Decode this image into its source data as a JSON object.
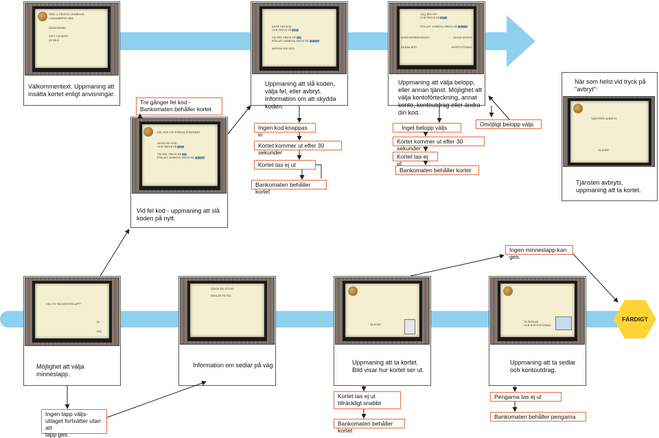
{
  "cards": {
    "welcome": "Välkommentext. Uppmaning att insätta kortet enligt anvisningar.",
    "code": "Uppmaning att slå koden, välja fel, eller avbryt. Information om att skydda koden.",
    "amount": "Uppmaning att välja belopp, eller annan tjänst. Möjlighet att välja kontoförteckning, annat konto, kontoutdrag eller ändra din kod.",
    "abort_title": "När som helst vid tryck på \"avbryt\":",
    "abort_caption": "Tjänsten avbryts, uppmaning att ta kortet.",
    "wrong_code": "Vid fel kod - uppmaning att slå koden på nytt.",
    "receipt": "Möjlighet att välja minneslapp.",
    "notes": "Information om sedlar på väg.",
    "take_card": "Uppmaning att ta kortet. Bild visar hur kortet ser ut.",
    "take_cash": "Uppmaning att ta sedlar och kontoutdrag."
  },
  "boxes": {
    "wrong_three": "Tre gånger fel kod - Bankomaten behåller kortet",
    "no_code": "Ingen kod knappas in",
    "card_out_30": "Kortet kommer ut efter 30 sekunder",
    "card_not_taken": "Kortet tas ej ut",
    "atm_keeps": "Bankomaten behåller kortet",
    "no_amount": "Inget belopp väljs",
    "impossible_amount": "Omöjligt belopp väljs",
    "card_out_30_b": "Kortet kommer ut efter 30 sekunder",
    "card_not_taken_b": "Kortet tas ej ut",
    "atm_keeps_b": "Bankomaten behåller kortet",
    "no_receipt_avail": "Ingen minneslapp kan ges.",
    "no_receipt_chosen": "Ingen lapp välj­s­uttaget fortsätter utan att lapp ges.",
    "card_not_taken_fast": "Kortet tas ej ut tillräckligt snabbt",
    "atm_keeps_c": "Bankomaten behåller kortet",
    "money_not_taken": "Pengarna tas ej ut",
    "atm_keeps_money": "Bankomaten behåller pengarna"
  },
  "end_label": "FÄRDIGT",
  "colors": {
    "band": "#8fd0ef",
    "box_border": "#e56a3a",
    "hexagon": "#fcd535"
  }
}
